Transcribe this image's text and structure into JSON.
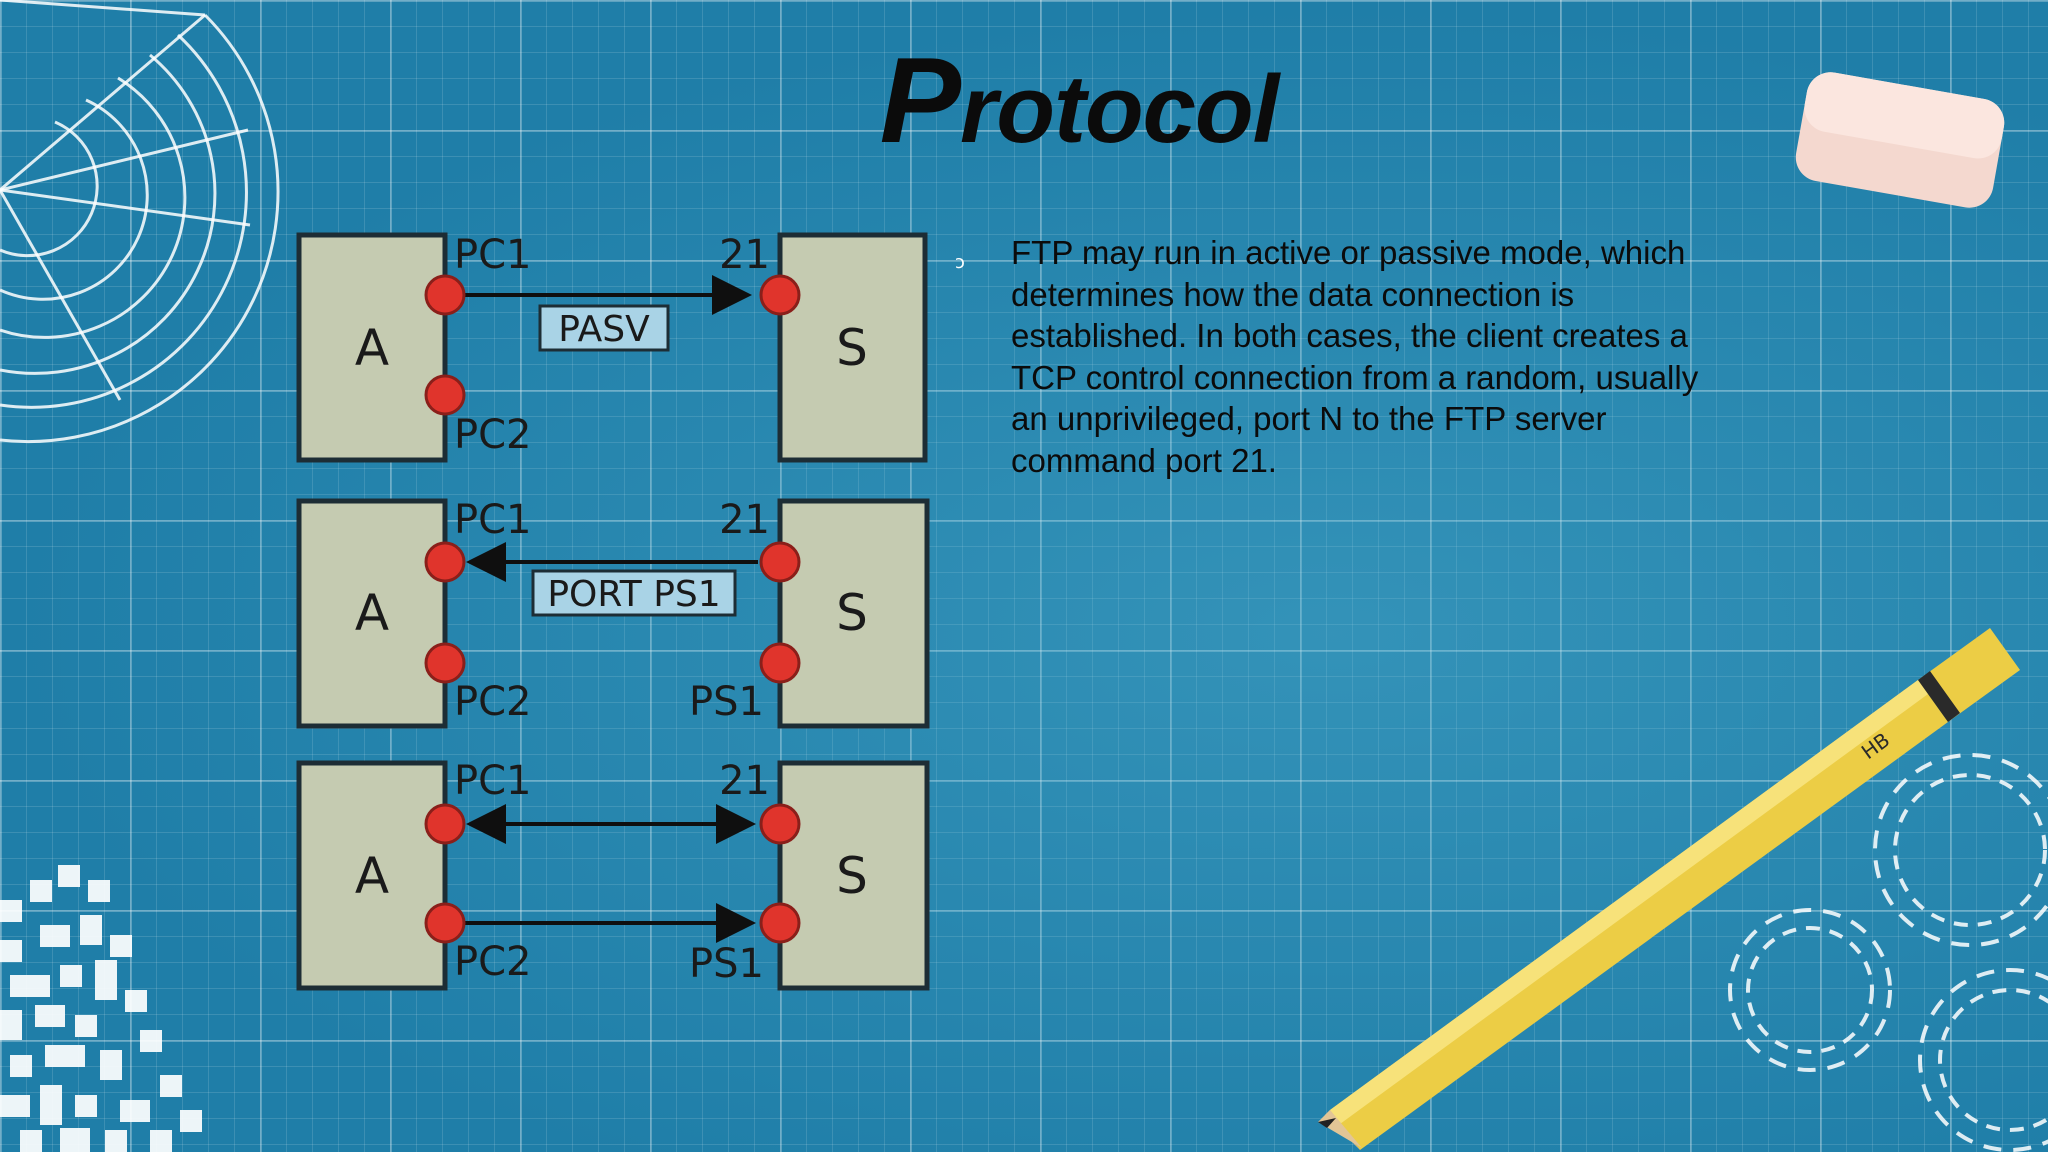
{
  "slide": {
    "title_initial": "P",
    "title_rest": "rotocol",
    "bullet_marker": "ↄ",
    "bullet_text": "FTP may run in active or passive mode, which determines how the data connection is established. In both cases, the client creates a TCP control connection from a random, usually an unprivileged, port N to the FTP server command port 21.",
    "pencil_label": "HB"
  },
  "diagram": {
    "panels": [
      {
        "client": "A",
        "server": "S",
        "client_ports": [
          "PC1",
          "PC2"
        ],
        "server_ports": [
          "21"
        ],
        "command": "PASV"
      },
      {
        "client": "A",
        "server": "S",
        "client_ports": [
          "PC1",
          "PC2"
        ],
        "server_ports": [
          "21",
          "PS1"
        ],
        "command": "PORT PS1"
      },
      {
        "client": "A",
        "server": "S",
        "client_ports": [
          "PC1",
          "PC2"
        ],
        "server_ports": [
          "21",
          "PS1"
        ]
      }
    ],
    "colors": {
      "box_fill": "#c5cbb1",
      "box_stroke": "#1d2d35",
      "port_fill": "#e0342c",
      "label_fill": "#a9d3e6"
    }
  }
}
